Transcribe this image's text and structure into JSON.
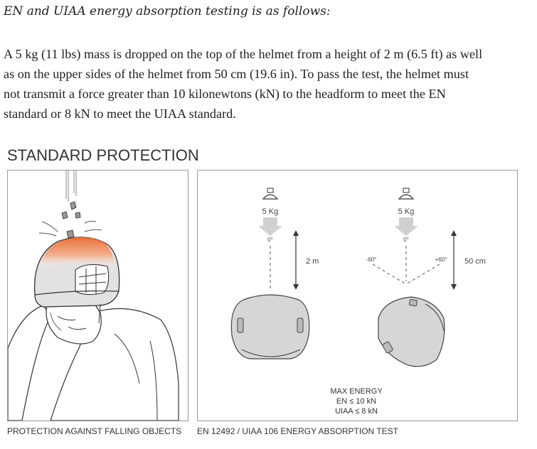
{
  "intro": "EN and UIAA energy absorption testing is as follows:",
  "paragraph_lines": [
    "A 5 kg (11 lbs) mass is dropped on the top of the helmet from a height of 2 m (6.5 ft) as well",
    "as on the upper sides of the helmet from 50 cm (19.6 in). To pass the test, the helmet must",
    "not transmit a force greater than 10 kilonewtons (kN) to the headform to meet the EN",
    "standard or 8 kN to meet the UIAA standard."
  ],
  "figure": {
    "title": "STANDARD PROTECTION",
    "left_caption": "PROTECTION AGAINST FALLING OBJECTS",
    "right_caption": "EN 12492 / UIAA 106 ENERGY ABSORPTION TEST",
    "test_top": {
      "mass_label": "5 Kg",
      "angle_label": "0°",
      "height_label": "2 m"
    },
    "test_side": {
      "mass_label": "5 Kg",
      "angle_label": "0°",
      "left_angle": "-60°",
      "right_angle": "+60°",
      "height_label": "50 cm"
    },
    "max_energy": {
      "title": "MAX ENERGY",
      "en": "EN ≤ 10 kN",
      "uiaa": "UIAA ≤ 8 kN"
    },
    "colors": {
      "impact": "#e8703a",
      "helmet_gray": "#d6d6d6",
      "arrow_gray": "#cfcfcf"
    }
  }
}
